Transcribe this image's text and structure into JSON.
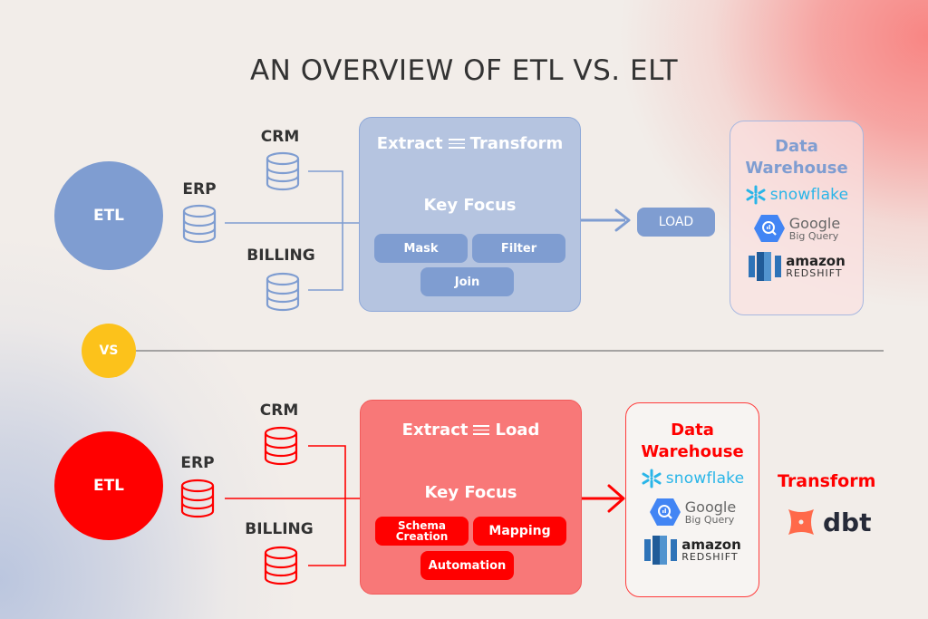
{
  "title": "AN OVERVIEW OF ETL VS. ELT",
  "colors": {
    "etl_blue": "#7f9dd1",
    "etl_box": "#b5c4e0",
    "etl_chip": "#7f9dd1",
    "elt_red": "#ff0000",
    "elt_box": "#f87878",
    "vs_yellow": "#fcc21b",
    "text_dark": "#333333"
  },
  "top_flow": {
    "circle_label": "ETL",
    "sources": [
      {
        "label": "CRM",
        "icon": "database-icon"
      },
      {
        "label": "ERP",
        "icon": "database-icon"
      },
      {
        "label": "BILLING",
        "icon": "database-icon"
      }
    ],
    "process_box": {
      "title_left": "Extract",
      "title_sep_icon": "equals-lines-icon",
      "title_right": "Transform",
      "focus_label": "Key Focus",
      "chips": [
        "Mask",
        "Filter",
        "Join"
      ]
    },
    "arrow_icon": "arrow-right-icon",
    "step_label": "LOAD",
    "warehouse": {
      "title": "Data Warehouse",
      "logos": [
        {
          "name": "snowflake",
          "text": "snowflake"
        },
        {
          "name": "google-bigquery",
          "text_top": "Google",
          "text_bottom": "Big Query"
        },
        {
          "name": "amazon-redshift",
          "text_top": "amazon",
          "text_bottom": "REDSHIFT"
        }
      ]
    }
  },
  "divider": {
    "label": "VS"
  },
  "bottom_flow": {
    "circle_label": "ETL",
    "sources": [
      {
        "label": "CRM",
        "icon": "database-icon"
      },
      {
        "label": "ERP",
        "icon": "database-icon"
      },
      {
        "label": "BILLING",
        "icon": "database-icon"
      }
    ],
    "process_box": {
      "title_left": "Extract",
      "title_sep_icon": "equals-lines-icon",
      "title_right": "Load",
      "focus_label": "Key Focus",
      "chips": [
        "Schema Creation",
        "Mapping",
        "Automation"
      ]
    },
    "arrow_icon": "arrow-right-icon",
    "warehouse": {
      "title": "Data Warehouse",
      "logos": [
        {
          "name": "snowflake",
          "text": "snowflake"
        },
        {
          "name": "google-bigquery",
          "text_top": "Google",
          "text_bottom": "Big Query"
        },
        {
          "name": "amazon-redshift",
          "text_top": "amazon",
          "text_bottom": "REDSHIFT"
        }
      ]
    },
    "transform": {
      "label": "Transform",
      "tool": "dbt"
    }
  }
}
